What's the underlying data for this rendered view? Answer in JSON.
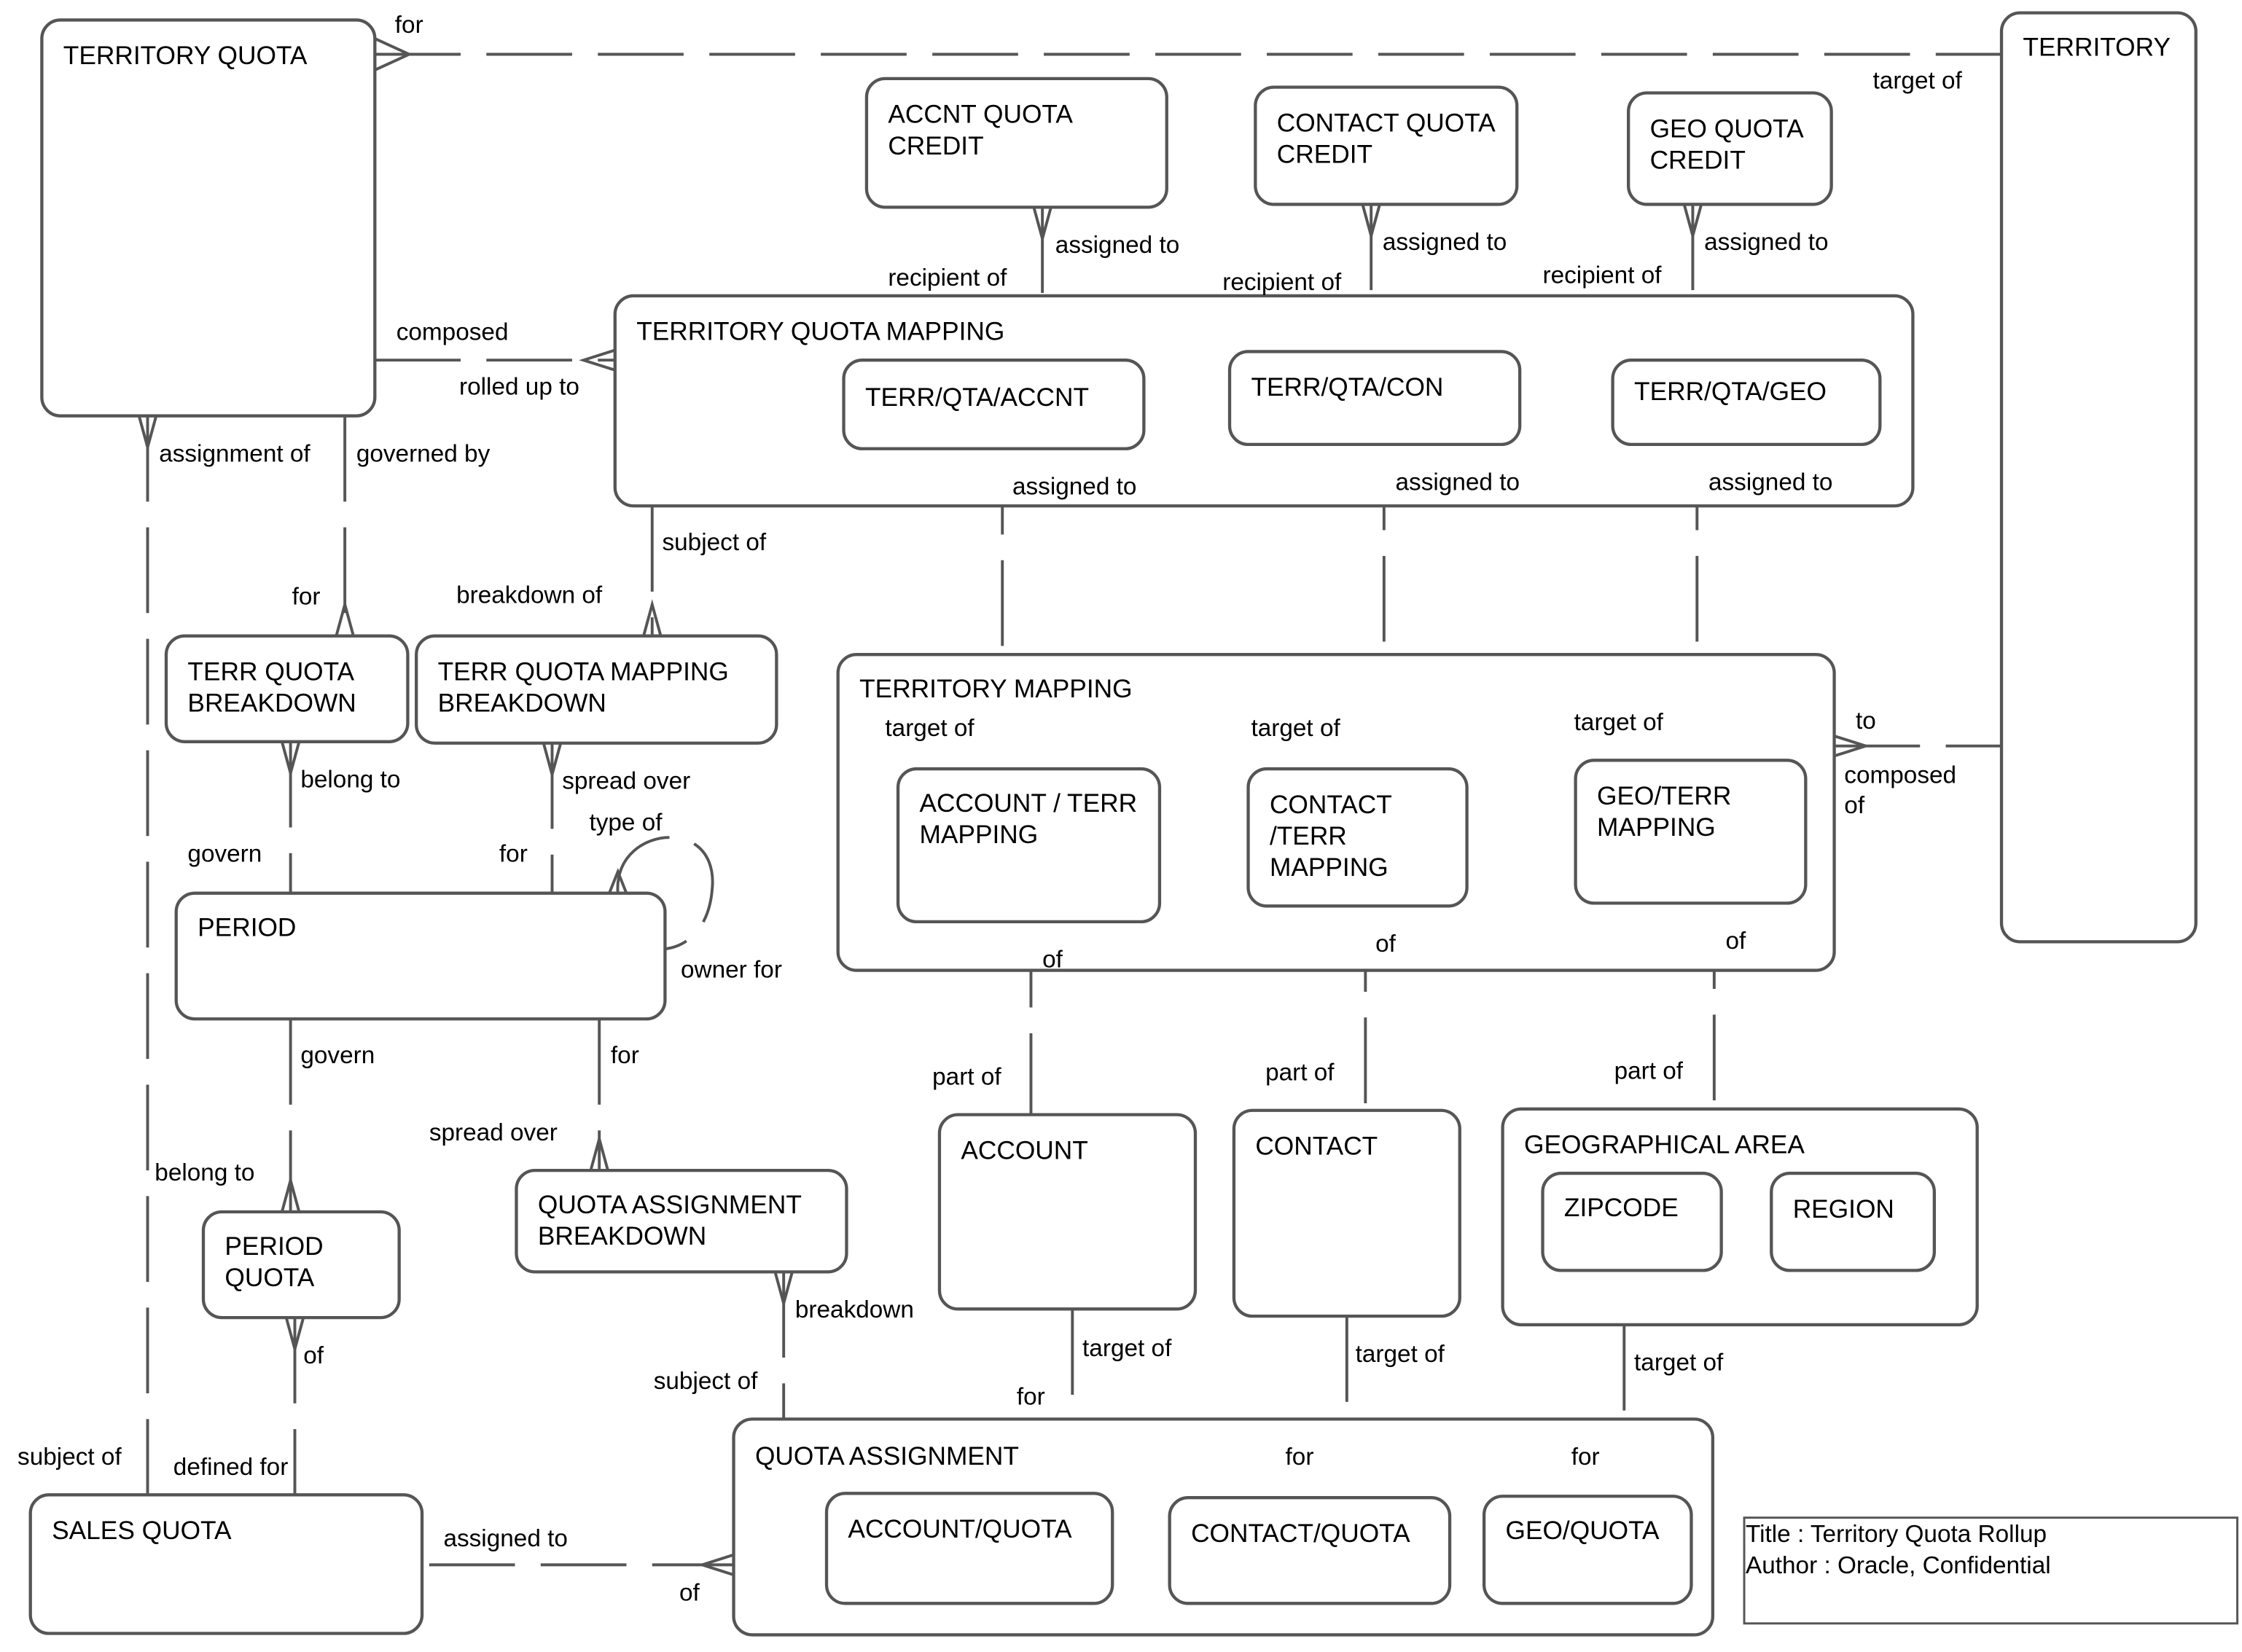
{
  "diagram": {
    "entities": {
      "territory_quota": "TERRITORY QUOTA",
      "territory": "TERRITORY",
      "accnt_quota_credit": [
        "ACCNT QUOTA",
        "CREDIT"
      ],
      "contact_quota_credit": [
        "CONTACT QUOTA",
        "CREDIT"
      ],
      "geo_quota_credit": [
        "GEO QUOTA",
        "CREDIT"
      ],
      "territory_quota_mapping": "TERRITORY QUOTA MAPPING",
      "terr_qta_accnt": "TERR/QTA/ACCNT",
      "terr_qta_con": "TERR/QTA/CON",
      "terr_qta_geo": "TERR/QTA/GEO",
      "terr_quota_breakdown": [
        "TERR QUOTA",
        "BREAKDOWN"
      ],
      "terr_quota_mapping_breakdown": [
        "TERR QUOTA MAPPING",
        "BREAKDOWN"
      ],
      "territory_mapping": "TERRITORY MAPPING",
      "account_terr_mapping": [
        "ACCOUNT / TERR",
        "MAPPING"
      ],
      "contact_terr_mapping": [
        "CONTACT",
        "/TERR",
        "MAPPING"
      ],
      "geo_terr_mapping": [
        "GEO/TERR",
        "MAPPING"
      ],
      "period": "PERIOD",
      "period_quota": [
        "PERIOD",
        "QUOTA"
      ],
      "quota_assignment_breakdown": [
        "QUOTA ASSIGNMENT",
        "BREAKDOWN"
      ],
      "account": "ACCOUNT",
      "contact": "CONTACT",
      "geographical_area": "GEOGRAPHICAL AREA",
      "zipcode": "ZIPCODE",
      "region": "REGION",
      "sales_quota": "SALES QUOTA",
      "quota_assignment": "QUOTA ASSIGNMENT",
      "account_quota": "ACCOUNT/QUOTA",
      "contact_quota": "CONTACT/QUOTA",
      "geo_quota": "GEO/QUOTA"
    },
    "relationships": {
      "tq_for": "for",
      "territory_target_of": "target of",
      "aqc_assigned_to": "assigned to",
      "aqc_recipient_of": "recipient of",
      "cqc_assigned_to": "assigned to",
      "cqc_recipient_of": "recipient of",
      "gqc_assigned_to": "assigned to",
      "gqc_recipient_of": "recipient of",
      "tq_composed": "composed",
      "tqm_rolled_up_to": "rolled up to",
      "tq_assignment_of": "assignment of",
      "tq_governed_by": "governed by",
      "tqb_for": "for",
      "tqm_subject_of": "subject of",
      "tqmb_breakdown_of": "breakdown of",
      "tqa_assigned_to": "assigned to",
      "tqc_assigned_to": "assigned to",
      "tqg_assigned_to": "assigned to",
      "atm_target_of": "target of",
      "ctm_target_of": "target of",
      "gtm_target_of": "target of",
      "tm_to": "to",
      "tm_composed_of": [
        "composed",
        "of"
      ],
      "tqb_belong_to": "belong to",
      "tqmb_spread_over": "spread over",
      "period_type_of": "type of",
      "period_govern_top": "govern",
      "period_for_top": "for",
      "period_owner_for": "owner for",
      "atm_of": "of",
      "ctm_of": "of",
      "gtm_of": "of",
      "period_govern_bottom": "govern",
      "period_for_bottom": "for",
      "account_part_of": "part of",
      "contact_part_of": "part of",
      "geo_part_of": "part of",
      "pq_belong_to": "belong to",
      "qab_spread_over": "spread over",
      "qab_breakdown": "breakdown",
      "pq_of": "of",
      "account_target_of": "target of",
      "contact_target_of": "target of",
      "geo_target_of": "target of",
      "qa_subject_of": "subject of",
      "account_for": "for",
      "contact_for": "for",
      "geo_for": "for",
      "sq_subject_of": "subject of",
      "sq_defined_for": "defined for",
      "sq_assigned_to": "assigned to",
      "qa_of": "of"
    },
    "title_block": {
      "title": "Title : Territory Quota Rollup",
      "author": "Author : Oracle, Confidential"
    }
  }
}
